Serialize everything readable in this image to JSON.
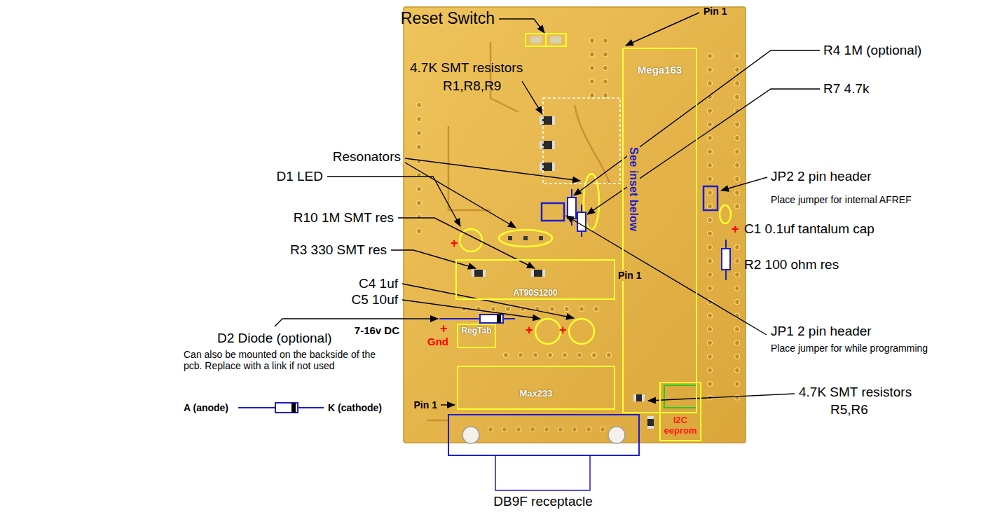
{
  "diagram": {
    "nodes": [
      {
        "text": [
          "Mega163"
        ]
      },
      {
        "text": [
          "AT90S1200"
        ]
      },
      {
        "text": [
          "RegTab"
        ]
      },
      {
        "text": [
          "Max233"
        ]
      },
      {
        "text": [
          "I2C eeprom"
        ]
      }
    ],
    "labels": [
      "Reset Switch",
      "Pin 1",
      "R4 1M (optional)",
      "4.7K SMT resistors",
      "R1,R8,R9",
      "R7 4.7k",
      "Resonators",
      "D1 LED",
      "See inset below",
      "JP2 2 pin header",
      "Place jumper for internal AFREF",
      "R10 1M SMT res",
      "C1 0.1uf tantalum cap",
      "+",
      "+",
      "R3 330 SMT res",
      "Pin 1",
      "R2 100 ohm res",
      "C4 1uf",
      "C5 10uf",
      "JP1 2 pin header",
      "Place jumper for while programming",
      "D2 Diode (optional)",
      "7-16v DC",
      "+",
      "Gnd",
      "+",
      "+",
      "Can also be mounted on the backside of the pcb. Replace with a link if not used",
      "A (anode)",
      "K (cathode)",
      "Pin 1",
      "4.7K SMT resistors",
      "R5,R6",
      "DB9F receptacle"
    ]
  }
}
